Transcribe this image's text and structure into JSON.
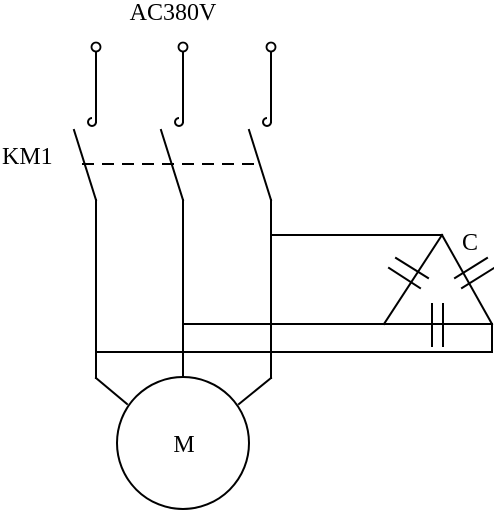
{
  "diagram": {
    "supply_label": "AC380V",
    "contactor_label": "KM1",
    "capacitor_label": "C",
    "motor_label": "M"
  }
}
